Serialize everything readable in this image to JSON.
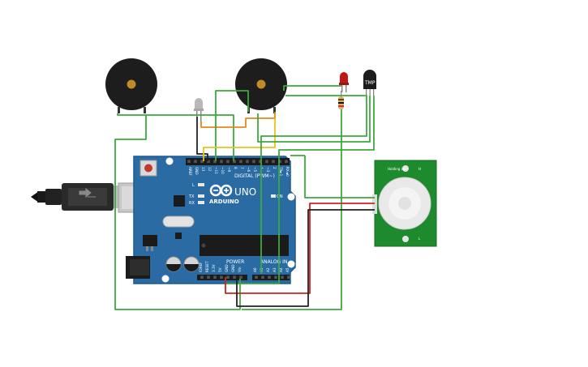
{
  "board": {
    "brand": "ARDUINO",
    "model": "UNO",
    "digital_header": "DIGITAL (PWM~)",
    "power_header": "POWER",
    "analog_header": "ANALOG IN",
    "on_label": "ON",
    "tx_label": "TX",
    "rx_label": "RX",
    "l_label": "L",
    "digital_pins": [
      "AREF",
      "GND",
      "13",
      "12",
      "~11",
      "~10",
      "~9",
      "8",
      "7",
      "~6",
      "~5",
      "4",
      "~3",
      "2",
      "TX►1",
      "RX◄0"
    ],
    "power_pins": [
      "IOREF",
      "RESET",
      "3.3V",
      "5V",
      "GND",
      "GND",
      "Vin"
    ],
    "analog_pins": [
      "A0",
      "A1",
      "A2",
      "A3",
      "A4",
      "A5"
    ]
  },
  "sensor": {
    "chip_label": "TMP",
    "pir_labels": [
      "Holding Lot",
      "H",
      "L"
    ]
  },
  "colors": {
    "board": "#2a6ba3",
    "board_edge": "#1e5a8e",
    "wire_green": "#3caa3c",
    "wire_orange": "#e08a1e",
    "wire_yellow": "#e8c21c",
    "wire_red": "#d42020",
    "wire_black": "#222222",
    "buzzer": "#1d1d1d",
    "pir_board": "#1d8a2e",
    "led_red": "#c01818",
    "led_gray": "#b8b8b8"
  }
}
